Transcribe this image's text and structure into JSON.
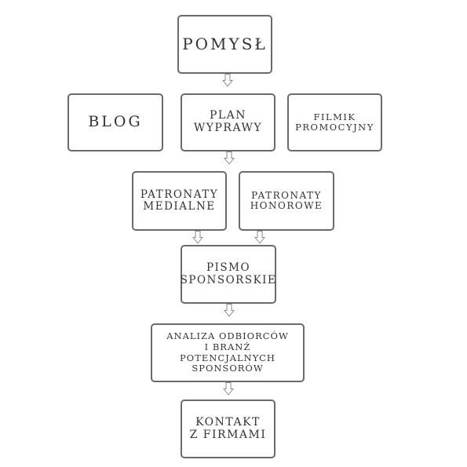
{
  "nodes": {
    "pomysl": {
      "lines": [
        "POMYSŁ"
      ]
    },
    "blog": {
      "lines": [
        "BLOG"
      ]
    },
    "plan": {
      "lines": [
        "PLAN",
        "WYPRAWY"
      ]
    },
    "filmik": {
      "lines": [
        "FILMIK",
        "PROMOCYJNY"
      ]
    },
    "patronaty_medialne": {
      "lines": [
        "PATRONATY",
        "MEDIALNE"
      ]
    },
    "patronaty_honorowe": {
      "lines": [
        "PATRONATY",
        "HONOROWE"
      ]
    },
    "pismo": {
      "lines": [
        "PISMO",
        "SPONSORSKIE"
      ]
    },
    "analiza": {
      "lines": [
        "ANALIZA ODBIORCÓW",
        "I BRANŻ",
        "POTENCJALNYCH",
        "SPONSORÓW"
      ]
    },
    "kontakt": {
      "lines": [
        "KONTAKT",
        "Z FIRMAMI"
      ]
    }
  },
  "edges": [
    {
      "from": "pomysl",
      "to": "plan"
    },
    {
      "from": "plan",
      "to": "patronaty_medialne"
    },
    {
      "from": "patronaty_medialne",
      "to": "pismo"
    },
    {
      "from": "patronaty_honorowe",
      "to": "pismo"
    },
    {
      "from": "pismo",
      "to": "analiza"
    },
    {
      "from": "analiza",
      "to": "kontakt"
    }
  ],
  "colors": {
    "border": "#6a6a6a",
    "text": "#333333",
    "arrow": "#8a8a8a"
  }
}
